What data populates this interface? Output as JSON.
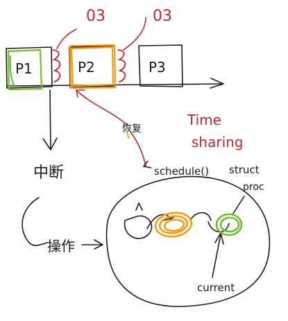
{
  "processes": [
    {
      "label": "P1"
    },
    {
      "label": "P2"
    },
    {
      "label": "P3"
    }
  ],
  "annotations": {
    "top_red_1": "03",
    "top_red_2": "03",
    "restore": "恢复",
    "time_sharing_line1": "Time",
    "time_sharing_line2": "sharing",
    "interrupt": "中断",
    "operation": "操作",
    "schedule": "schedule()",
    "struct_line1": "struct",
    "struct_line2": "proc",
    "current": "current"
  },
  "colors": {
    "ink": "#1a1a1a",
    "red": "#c0272d",
    "orange": "#f39c12",
    "green": "#6abf2a"
  }
}
